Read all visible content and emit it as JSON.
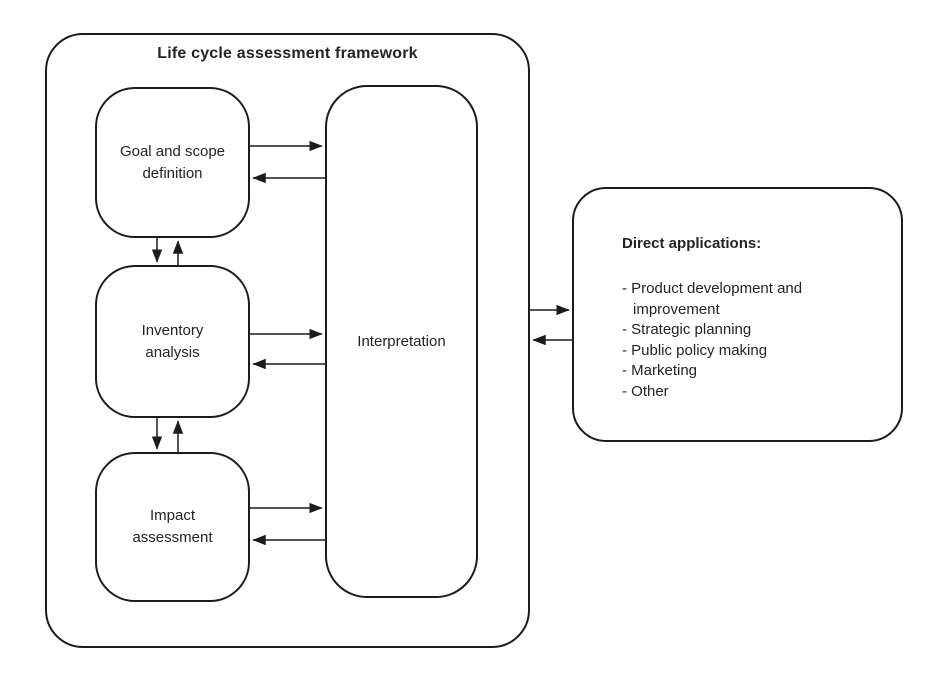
{
  "title": "Life cycle assessment framework",
  "framework": {
    "stages": [
      {
        "label": "Goal and scope\ndefinition"
      },
      {
        "label": "Inventory\nanalysis"
      },
      {
        "label": "Impact\nassessment"
      }
    ],
    "interpretation_label": "Interpretation"
  },
  "direct_applications": {
    "heading": "Direct applications:",
    "items": [
      "- Product development and improvement",
      "- Strategic planning",
      "- Public policy making",
      "- Marketing",
      "- Other"
    ]
  },
  "colors": {
    "line": "#1c1c1c",
    "text": "#242424",
    "background": "#ffffff"
  }
}
